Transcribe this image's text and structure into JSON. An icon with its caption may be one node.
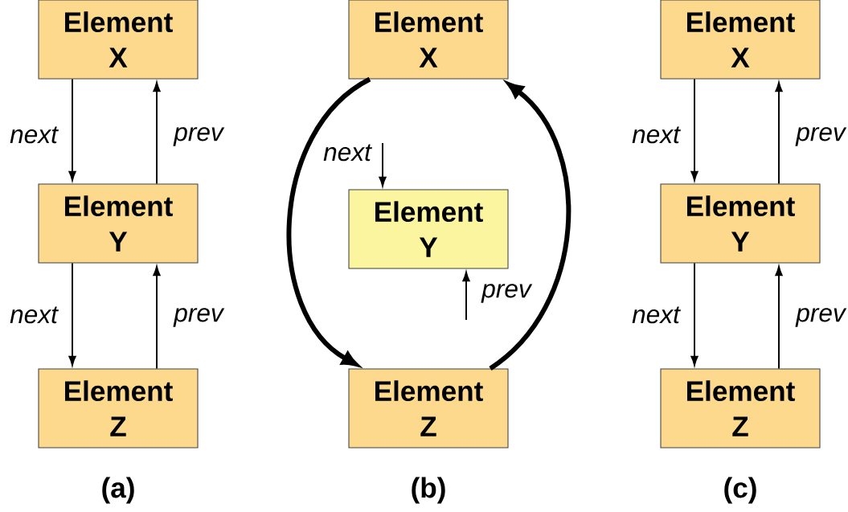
{
  "diagram": {
    "nodes": [
      {
        "text": [
          "Element X"
        ]
      },
      {
        "text": [
          "Element Y"
        ]
      },
      {
        "text": [
          "Element Z"
        ]
      },
      {
        "text": [
          "Element X"
        ]
      },
      {
        "text": [
          "Element Y"
        ]
      },
      {
        "text": [
          "Element Z"
        ]
      },
      {
        "text": [
          "Element X"
        ]
      },
      {
        "text": [
          "Element Y"
        ]
      },
      {
        "text": [
          "Element Z"
        ]
      }
    ],
    "edges": [
      {
        "from": 0,
        "to": 1,
        "arrow": "to",
        "label": "next"
      },
      {
        "from": 1,
        "to": 0,
        "arrow": "to",
        "label": "prev"
      },
      {
        "from": 1,
        "to": 2,
        "arrow": "to",
        "label": "next"
      },
      {
        "from": 2,
        "to": 1,
        "arrow": "to",
        "label": "prev"
      },
      {
        "from": 3,
        "to": 5,
        "arrow": "to",
        "style": "thick"
      },
      {
        "from": 5,
        "to": 3,
        "arrow": "to",
        "style": "thick"
      },
      {
        "from": null,
        "to": 4,
        "arrow": "to",
        "label": "next"
      },
      {
        "from": null,
        "to": 4,
        "arrow": "to",
        "label": "prev"
      },
      {
        "from": 6,
        "to": 7,
        "arrow": "to",
        "label": "next"
      },
      {
        "from": 7,
        "to": 6,
        "arrow": "to",
        "label": "prev"
      },
      {
        "from": 7,
        "to": 8,
        "arrow": "to",
        "label": "next"
      },
      {
        "from": 8,
        "to": 7,
        "arrow": "to",
        "label": "prev"
      }
    ],
    "labels": [
      "(a)",
      "(b)",
      "(c)"
    ]
  }
}
